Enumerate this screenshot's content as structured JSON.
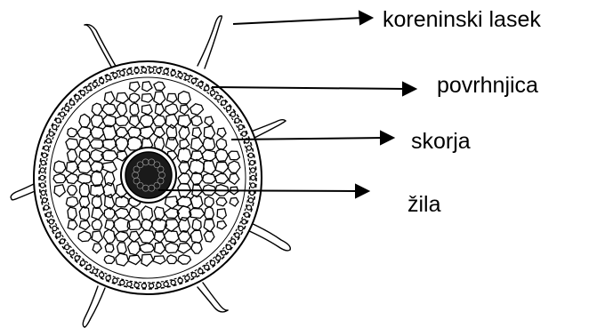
{
  "diagram": {
    "labels": {
      "root_hair": "koreninski lasek",
      "epidermis": "povrhnjica",
      "cortex": "skorja",
      "vascular": "žila"
    },
    "colors": {
      "ink": "#000000",
      "background": "#ffffff"
    }
  }
}
